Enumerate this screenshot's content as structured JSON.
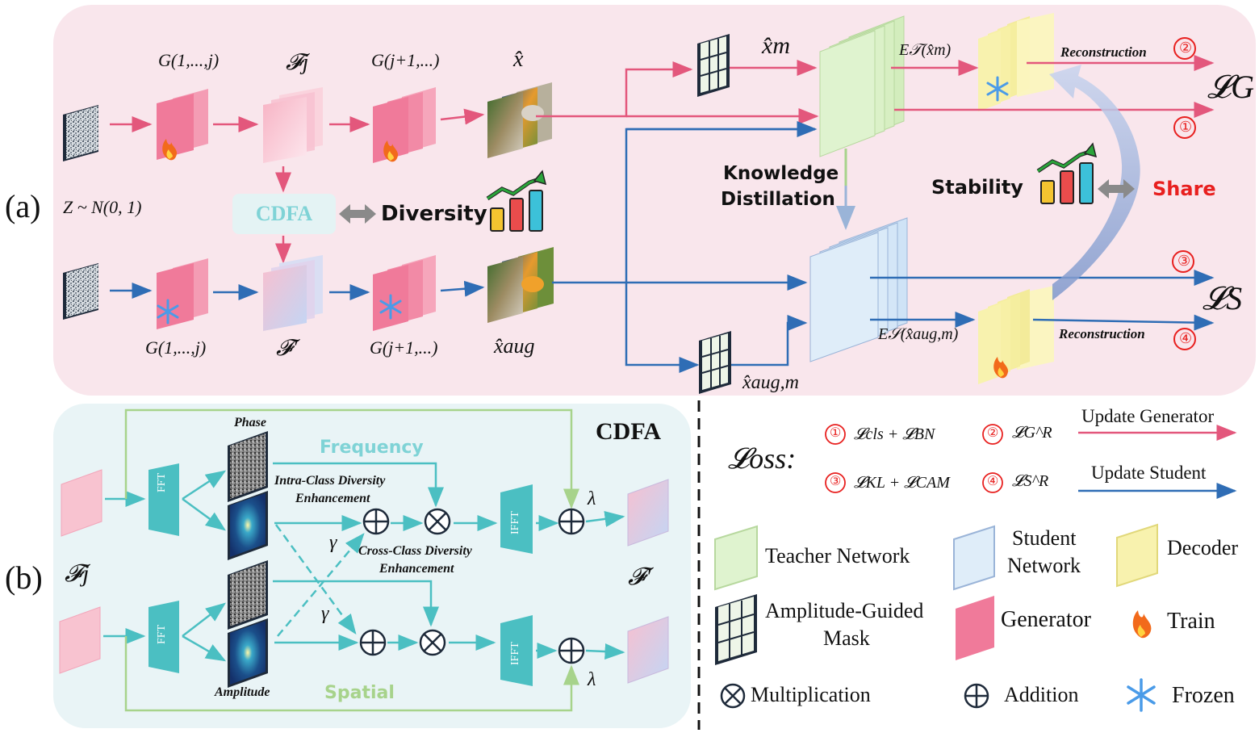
{
  "panel_a": {
    "label": "(a)",
    "noise_dist": "Z ~ N(0, 1)",
    "g_first_top": "G(1,...,j)",
    "f_j_top": "𝓕j",
    "g_rest_top": "G(j+1,...)",
    "x_hat": "x̂",
    "x_hat_m": "x̂m",
    "cdfa_box": "CDFA",
    "diversity": "Diversity",
    "g_first_bottom": "G(1,...,j)",
    "f_prime_bottom": "𝓕′",
    "g_rest_bottom": "G(j+1,...)",
    "x_hat_aug": "x̂aug",
    "x_hat_aug_m": "x̂aug,m",
    "e_t": "E𝒯(x̂m)",
    "e_s": "E𝒮(x̂aug,m)",
    "reconstruction_top": "Reconstruction",
    "reconstruction_bottom": "Reconstruction",
    "knowledge_distillation_1": "Knowledge",
    "knowledge_distillation_2": "Distillation",
    "stability": "Stability",
    "share": "Share",
    "loss_g": "𝓛G",
    "loss_s": "𝓛S",
    "circ_1": "①",
    "circ_2": "②",
    "circ_3": "③",
    "circ_4": "④"
  },
  "panel_b": {
    "label": "(b)",
    "title": "CDFA",
    "f_j": "𝓕j",
    "f_prime": "𝓕′",
    "phase": "Phase",
    "amplitude": "Amplitude",
    "frequency": "Frequency",
    "spatial": "Spatial",
    "intra_1": "Intra-Class Diversity",
    "intra_2": "Enhancement",
    "cross_1": "Cross-Class Diversity",
    "cross_2": "Enhancement",
    "fft": "FFT",
    "ifft": "IFFT",
    "gamma": "γ",
    "lambda": "λ"
  },
  "legend": {
    "loss_title": "𝓛oss:",
    "loss_1": "𝓛cls + 𝓛BN",
    "loss_2": "𝓛G^R",
    "loss_3": "𝓛KL + 𝓛CAM",
    "loss_4": "𝓛S^R",
    "update_generator": "Update Generator",
    "update_student": "Update Student",
    "teacher": "Teacher Network",
    "student_1": "Student",
    "student_2": "Network",
    "decoder": "Decoder",
    "mask_1": "Amplitude-Guided",
    "mask_2": "Mask",
    "generator": "Generator",
    "train": "Train",
    "multiplication": "Multiplication",
    "addition": "Addition",
    "frozen": "Frozen"
  },
  "colors": {
    "pink_arrow": "#e3577c",
    "blue_arrow": "#2f6db5",
    "teal": "#4bbfc2",
    "green_line": "#a7d38b",
    "red_text": "#e8201f",
    "panel_a_bg": "#f9e6ec",
    "panel_b_bg": "#e9f4f6"
  }
}
